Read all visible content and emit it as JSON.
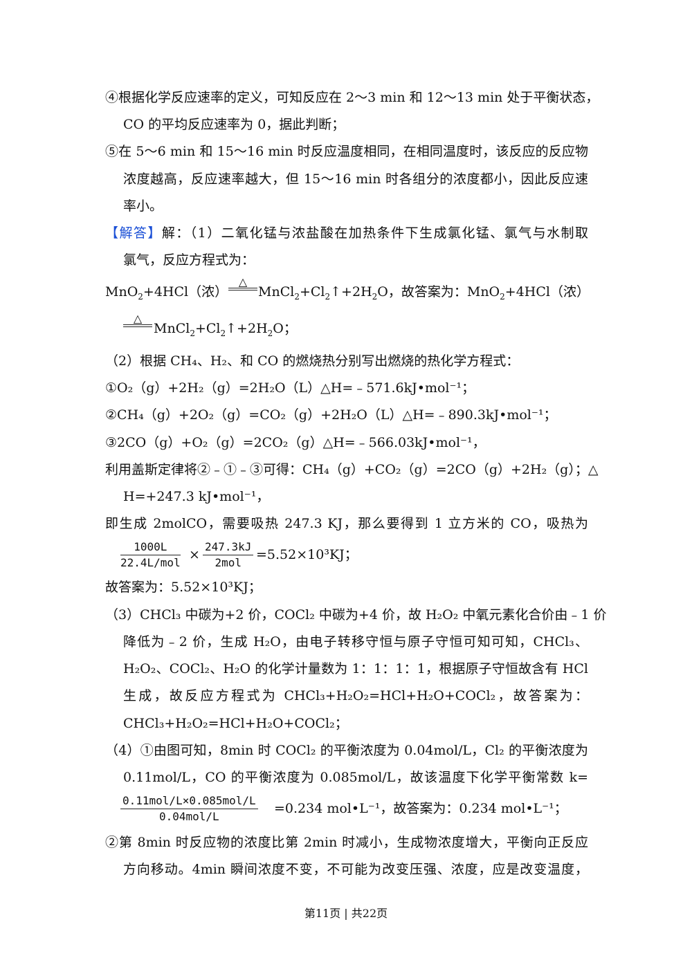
{
  "lines": {
    "l1": "④根据化学反应速率的定义，可知反应在 2～3 min 和 12～13 min 处于平衡状态，",
    "l2": "CO 的平均反应速率为 0，据此判断；",
    "l3": "⑤在 5～6 min 和 15～16 min 时反应温度相同，在相同温度时，该反应的反应物",
    "l4": "浓度越高，反应速率越大，但 15～16 min 时各组分的浓度都小，因此反应速",
    "l5": "率小。",
    "l6_tag": "【解答】",
    "l6_rest": "解：（1）二氧化锰与浓盐酸在加热条件下生成氯化锰、氯气与水制取",
    "l7": "氯气，反应方程式为：",
    "l8_a": "MnO",
    "l8_b": "+4HCl（浓）",
    "l8_c": "MnCl",
    "l8_d": "+Cl",
    "l8_e": "↑+2H",
    "l8_f": "O，故答案为：MnO",
    "l8_g": "+4HCl（浓）",
    "l9_a": "MnCl",
    "l9_b": "+Cl",
    "l9_c": "↑+2H",
    "l9_d": "O；",
    "l10": "（2）根据 CH₄、H₂、和 CO 的燃烧热分别写出燃烧的热化学方程式：",
    "l11": "①O₂（g）+2H₂（g）=2H₂O（L）△H=﹣571.6kJ•mol⁻¹；",
    "l12": "②CH₄（g）+2O₂（g）=CO₂（g）+2H₂O（L）△H=﹣890.3kJ•mol⁻¹；",
    "l13": "③2CO（g）+O₂（g）=2CO₂（g）△H=﹣566.03kJ•mol⁻¹，",
    "l14": "利用盖斯定律将②﹣①﹣③可得：CH₄（g）+CO₂（g）=2CO（g）+2H₂（g）；△",
    "l15": "H=+247.3 kJ•mol⁻¹，",
    "l16": "即生成 2molCO，需要吸热 247.3 KJ，那么要得到 1 立方米的 CO，吸热为",
    "l17_result": "=5.52×10³KJ；",
    "l18": "故答案为：5.52×10³KJ；",
    "l19": "（3）CHCl₃ 中碳为+2 价，COCl₂ 中碳为+4 价，故 H₂O₂ 中氧元素化合价由﹣1 价",
    "l20": "降低为﹣2 价，生成 H₂O，由电子转移守恒与原子守恒可知可知，CHCl₃、",
    "l21": "H₂O₂、COCl₂、H₂O 的化学计量数为 1：1：1：1，根据原子守恒故含有 HCl",
    "l22": "生成，故反应方程式为 CHCl₃+H₂O₂=HCl+H₂O+COCl₂，故答案为：",
    "l23": "CHCl₃+H₂O₂=HCl+H₂O+COCl₂；",
    "l24": "（4）①由图可知，8min 时 COCl₂ 的平衡浓度为 0.04mol/L，Cl₂ 的平衡浓度为",
    "l25": "0.11mol/L，CO 的平衡浓度为 0.085mol/L，故该温度下化学平衡常数 k=",
    "l26_result": "=0.234 mol•L⁻¹，故答案为：0.234 mol•L⁻¹；",
    "l27": "②第 8min 时反应物的浓度比第 2min 时减小，生成物浓度增大，平衡向正反应",
    "l28": "方向移动。4min 瞬间浓度不变，不可能为改变压强、浓度，应是改变温度，"
  },
  "sub2": "2",
  "triangle": "△",
  "fractions": {
    "f1_num": "1000L",
    "f1_den": "22.4L/mol",
    "times": "×",
    "f2_num": "247.3kJ",
    "f2_den": "2mol",
    "f3_num": "0.11mol/L×0.085mol/L",
    "f3_den": "0.04mol/L"
  },
  "footer": "第11页 | 共22页"
}
